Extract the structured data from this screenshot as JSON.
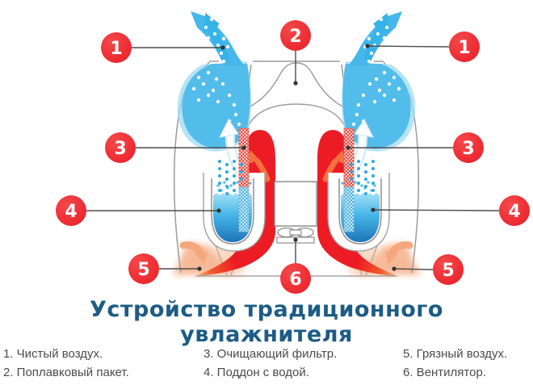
{
  "title": "Устройство традиционного увлажнителя",
  "legend": {
    "items": [
      "1. Чистый воздух.",
      "2. Поплавковый пакет.",
      "3. Очищающий фильтр.",
      "4. Поддон с водой.",
      "5. Грязный воздух.",
      "6. Вентилятор."
    ]
  },
  "diagram": {
    "callouts": [
      {
        "number": "1"
      },
      {
        "number": "2"
      },
      {
        "number": "1"
      },
      {
        "number": "3"
      },
      {
        "number": "3"
      },
      {
        "number": "4"
      },
      {
        "number": "4"
      },
      {
        "number": "5"
      },
      {
        "number": "5"
      },
      {
        "number": "6"
      }
    ]
  },
  "colors": {
    "callout_red": "#ee2b31",
    "clean_air_blue": "#3db6e8",
    "filter_arch_red": "#ed1c24",
    "water_blue": "#2a8fd0",
    "dirty_air_orange": "#f5a87d",
    "title_blue": "#1d5c85",
    "legend_text_gray": "#4b4b4b"
  }
}
